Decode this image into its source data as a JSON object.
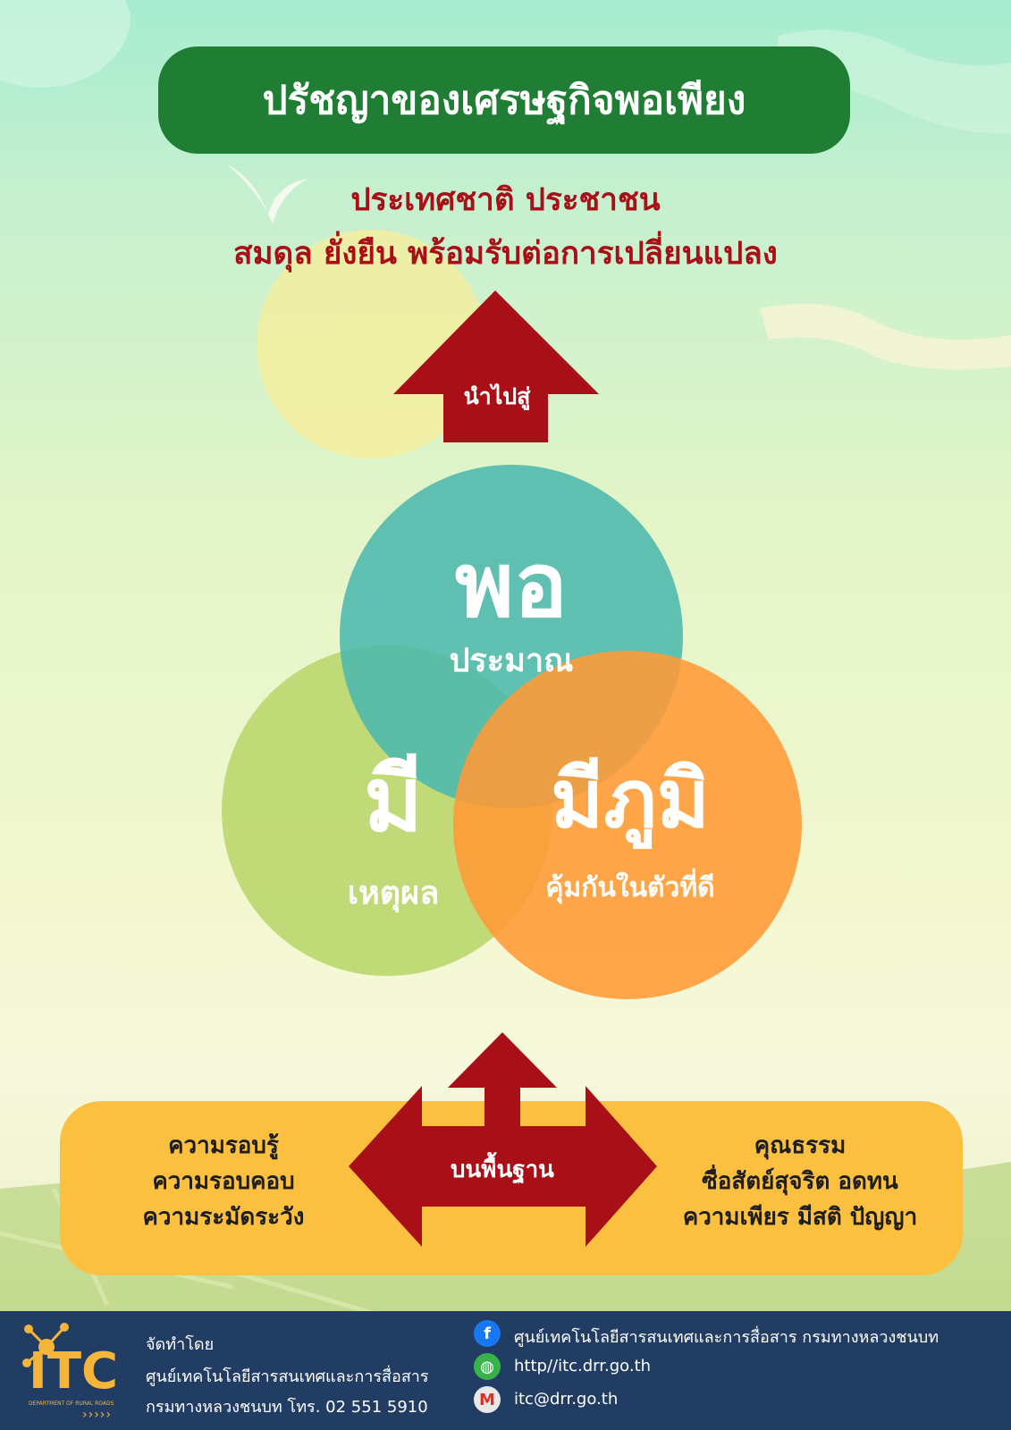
{
  "title": "ปรัชญาของเศรษฐกิจพอเพียง",
  "goal_line1": "ประเทศชาติ ประชาชน",
  "goal_line2": "สมดุล ยั่งยืน พร้อมรับต่อการเปลี่ยนแปลง",
  "arrow_up_label": "นำไปสู่",
  "circles": {
    "top": {
      "big": "พอ",
      "small": "ประมาณ",
      "color": "#4cb8ad"
    },
    "left": {
      "big": "มี",
      "small": "เหตุผล",
      "color": "#b9d66b"
    },
    "right": {
      "big": "มีภูมิ",
      "small": "คุ้มกันในตัวที่ดี",
      "color": "#ff9a36"
    }
  },
  "foundation_label": "บนพื้นฐาน",
  "knowledge": [
    "ความรอบรู้",
    "ความรอบคอบ",
    "ความระมัดระวัง"
  ],
  "virtue": [
    "คุณธรรม",
    "ซื่อสัตย์สุจริต อดทน",
    "ความเพียร มีสติ ปัญญา"
  ],
  "footer": {
    "logo_text": "ITC",
    "logo_sub": "DEPARTMENT OF RURAL ROADS",
    "made_by": "จัดทำโดย",
    "org_line1": "ศูนย์เทคโนโลยีสารสนเทศและการสื่อสาร",
    "org_line2": "กรมทางหลวงชนบท โทร. 02 551 5910",
    "facebook": "ศูนย์เทคโนโลยีสารสนเทศและการสื่อสาร กรมทางหลวงชนบท",
    "website": "http//itc.drr.go.th",
    "email": "itc@drr.go.th"
  },
  "colors": {
    "green": "#1f7d34",
    "red": "#a90f17",
    "band": "#fcc040",
    "footer": "#223d63"
  }
}
